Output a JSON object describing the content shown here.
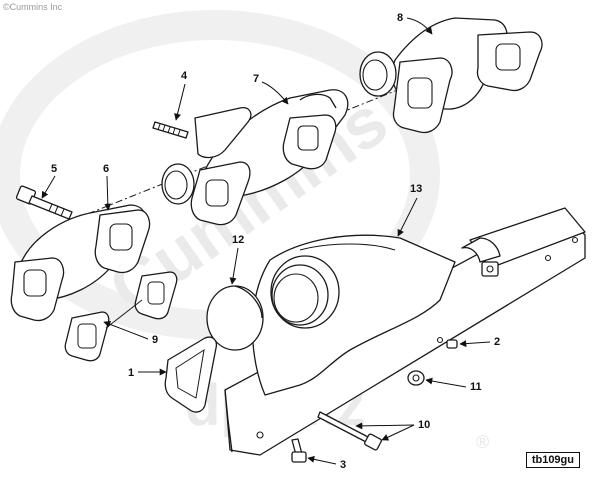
{
  "copyright": "©Cummins Inc",
  "reference_id": "tb109gu",
  "watermarks": {
    "brand": "Cummins",
    "site": "dpc.kz",
    "registered": "®"
  },
  "callouts": [
    {
      "id": "1",
      "label": "1"
    },
    {
      "id": "2",
      "label": "2"
    },
    {
      "id": "3",
      "label": "3"
    },
    {
      "id": "4",
      "label": "4"
    },
    {
      "id": "5",
      "label": "5"
    },
    {
      "id": "6",
      "label": "6"
    },
    {
      "id": "7",
      "label": "7"
    },
    {
      "id": "8",
      "label": "8"
    },
    {
      "id": "9",
      "label": "9"
    },
    {
      "id": "10",
      "label": "10"
    },
    {
      "id": "11",
      "label": "11"
    },
    {
      "id": "12",
      "label": "12"
    },
    {
      "id": "13",
      "label": "13"
    }
  ]
}
